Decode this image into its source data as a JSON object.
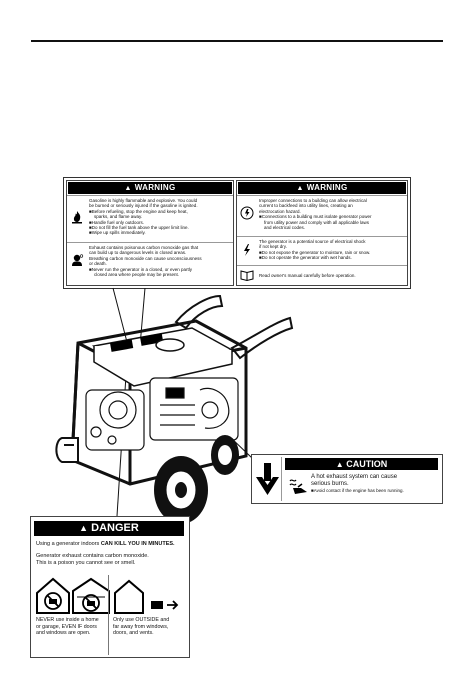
{
  "warning_panel": {
    "left": {
      "header": "WARNING",
      "fire_lines": [
        "Gasoline is highly flammable and explosive. You could",
        "be burned or seriously injured if the gasoline is ignited.",
        "Before refueling, stop the engine and keep heat,",
        "sparks, and flame away.",
        "Handle fuel only outdoors.",
        "Do not fill the fuel tank above the upper limit line.",
        "Wipe up spills immediately."
      ],
      "co_lines": [
        "Exhaust contains poisonous carbon monoxide gas that",
        "can build up to dangerous levels in closed areas.",
        "Breathing carbon monoxide can cause unconsciousness",
        "or death.",
        "Never run the generator in a closed, or even partly",
        "closed area where people may be present."
      ]
    },
    "right": {
      "header": "WARNING",
      "backfeed_lines": [
        "Improper connections to a building can allow electrical",
        "current to backfeed into utility lines, creating an",
        "electrocution hazard.",
        "Connections to a building must isolate generator power",
        "from utility power and comply with all applicable laws",
        "and electrical codes."
      ],
      "shock_lines": [
        "The generator is a potential source of electrical shock",
        "if not kept dry.",
        "Do not expose the generator to moisture, rain or snow.",
        "Do not operate the generator with wet hands."
      ],
      "manual_line": "Read owner's manual carefully before operation."
    }
  },
  "caution_label": {
    "header": "CAUTION",
    "line1": "A hot exhaust system can cause",
    "line2": "serious burns.",
    "line3": "Avoid contact if the engine has been running."
  },
  "danger_label": {
    "header": "DANGER",
    "line1_plain": "Using a generator indoors ",
    "line1_bold": "CAN KILL YOU IN MINUTES.",
    "line2": "Generator exhaust contains carbon monoxide.",
    "line3": "This is a poison you cannot see or smell.",
    "col1": [
      "NEVER use inside a home",
      "or garage, EVEN IF doors",
      "and windows are open."
    ],
    "col2": [
      "Only use OUTSIDE and",
      "far away from windows,",
      "doors, and vents."
    ]
  }
}
